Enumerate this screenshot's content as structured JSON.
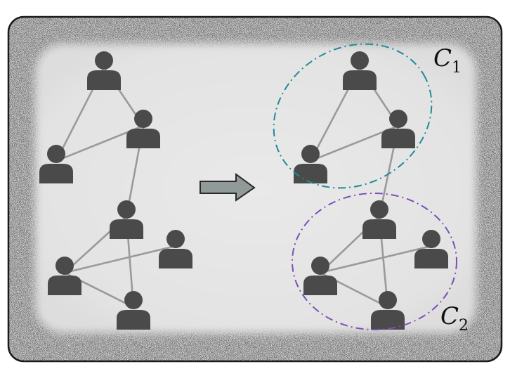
{
  "colors": {
    "frame_border": "#1a1a1a",
    "panel_bg": "#e6e6e6",
    "noise_dark": "#2b2b2b",
    "person": "#4a4a4a",
    "edge": "#9a9a9a",
    "arrow_fill": "#8f9a99",
    "arrow_stroke": "#2a2a2a",
    "cluster1": "#1f8a9a",
    "cluster2": "#7a4fb8"
  },
  "left_graph": {
    "nodes": [
      "person-icon",
      "person-icon",
      "person-icon",
      "person-icon",
      "person-icon",
      "person-icon",
      "person-icon"
    ],
    "edges": [
      [
        0,
        1
      ],
      [
        0,
        2
      ],
      [
        1,
        2
      ],
      [
        1,
        3
      ],
      [
        3,
        4
      ],
      [
        3,
        6
      ],
      [
        4,
        5
      ],
      [
        4,
        6
      ]
    ]
  },
  "right_graph": {
    "nodes": [
      "person-icon",
      "person-icon",
      "person-icon",
      "person-icon",
      "person-icon",
      "person-icon",
      "person-icon"
    ],
    "edges": [
      [
        0,
        1
      ],
      [
        0,
        2
      ],
      [
        1,
        2
      ],
      [
        1,
        3
      ],
      [
        3,
        4
      ],
      [
        3,
        6
      ],
      [
        4,
        5
      ],
      [
        4,
        6
      ]
    ]
  },
  "clusters": [
    {
      "label_main": "C",
      "label_sub": "1"
    },
    {
      "label_main": "C",
      "label_sub": "2"
    }
  ],
  "arrow": {
    "icon": "right-arrow-icon"
  }
}
